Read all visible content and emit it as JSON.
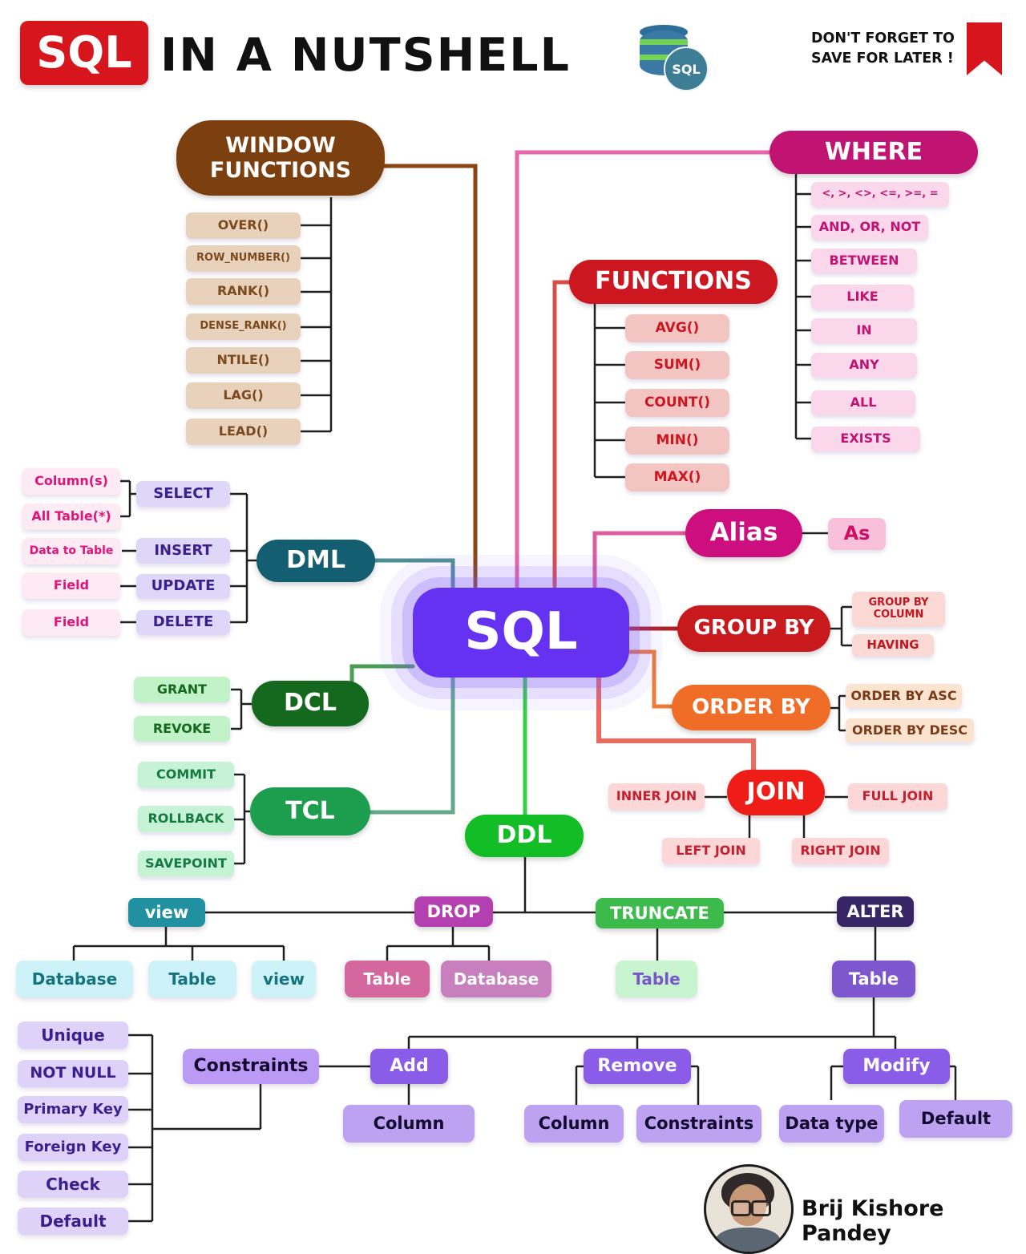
{
  "header": {
    "logo": "SQL",
    "title": "IN A NUTSHELL",
    "db_icon_label": "SQL",
    "save_note_line1": "DON'T FORGET TO",
    "save_note_line2": "SAVE FOR LATER !"
  },
  "center": {
    "label": "SQL"
  },
  "branches": {
    "window_functions": {
      "label": "WINDOW FUNCTIONS",
      "items": [
        "OVER()",
        "ROW_NUMBER()",
        "RANK()",
        "DENSE_RANK()",
        "NTILE()",
        "LAG()",
        "LEAD()"
      ]
    },
    "where": {
      "label": "WHERE",
      "items": [
        "<, >, <>, <=, >=, =",
        "AND, OR, NOT",
        "BETWEEN",
        "LIKE",
        "IN",
        "ANY",
        "ALL",
        "EXISTS"
      ]
    },
    "functions": {
      "label": "FUNCTIONS",
      "items": [
        "AVG()",
        "SUM()",
        "COUNT()",
        "MIN()",
        "MAX()"
      ]
    },
    "dml": {
      "label": "DML",
      "commands": [
        "SELECT",
        "INSERT",
        "UPDATE",
        "DELETE"
      ],
      "annotations": [
        "Column(s)",
        "All Table(*)",
        "Data to Table",
        "Field",
        "Field"
      ]
    },
    "alias": {
      "label": "Alias",
      "keyword": "As"
    },
    "group_by": {
      "label": "GROUP BY",
      "items": [
        "GROUP BY COLUMN",
        "HAVING"
      ]
    },
    "order_by": {
      "label": "ORDER BY",
      "items": [
        "ORDER BY ASC",
        "ORDER BY DESC"
      ]
    },
    "join": {
      "label": "JOIN",
      "items": [
        "INNER JOIN",
        "FULL JOIN",
        "LEFT JOIN",
        "RIGHT JOIN"
      ]
    },
    "dcl": {
      "label": "DCL",
      "items": [
        "GRANT",
        "REVOKE"
      ]
    },
    "tcl": {
      "label": "TCL",
      "items": [
        "COMMIT",
        "ROLLBACK",
        "SAVEPOINT"
      ]
    },
    "ddl": {
      "label": "DDL",
      "view": {
        "label": "view",
        "items": [
          "Database",
          "Table",
          "view"
        ]
      },
      "drop": {
        "label": "DROP",
        "items": [
          "Table",
          "Database"
        ]
      },
      "truncate": {
        "label": "TRUNCATE",
        "items": [
          "Table"
        ]
      },
      "alter": {
        "label": "ALTER",
        "target": "Table",
        "add": {
          "label": "Add",
          "items": [
            "Column"
          ]
        },
        "remove": {
          "label": "Remove",
          "items": [
            "Column",
            "Constraints"
          ]
        },
        "modify": {
          "label": "Modify",
          "items": [
            "Data type",
            "Default"
          ]
        }
      }
    },
    "constraints": {
      "label": "Constraints",
      "items": [
        "Unique",
        "NOT NULL",
        "Primary Key",
        "Foreign Key",
        "Check",
        "Default"
      ]
    }
  },
  "footer": {
    "author": "Brij Kishore Pandey"
  },
  "colors": {
    "logo_red": "#d6151c",
    "center_purple": "#6432f0",
    "window_brown": "#7b3f10",
    "where_magenta": "#c11472",
    "functions_red": "#cc1620",
    "dml_teal": "#135e70",
    "alias_pink": "#cc0e7e",
    "group_by_red": "#c8191d",
    "order_by_orange": "#f06d28",
    "join_red": "#ee1d18",
    "dcl_green": "#14691f",
    "tcl_green": "#1d9e4f",
    "ddl_green": "#12bd25",
    "view_teal": "#2191a1",
    "drop_magenta": "#b43fb0",
    "truncate_green": "#3cbb4c",
    "alter_purple": "#372566",
    "ops_purple": "#8a5ce8"
  }
}
